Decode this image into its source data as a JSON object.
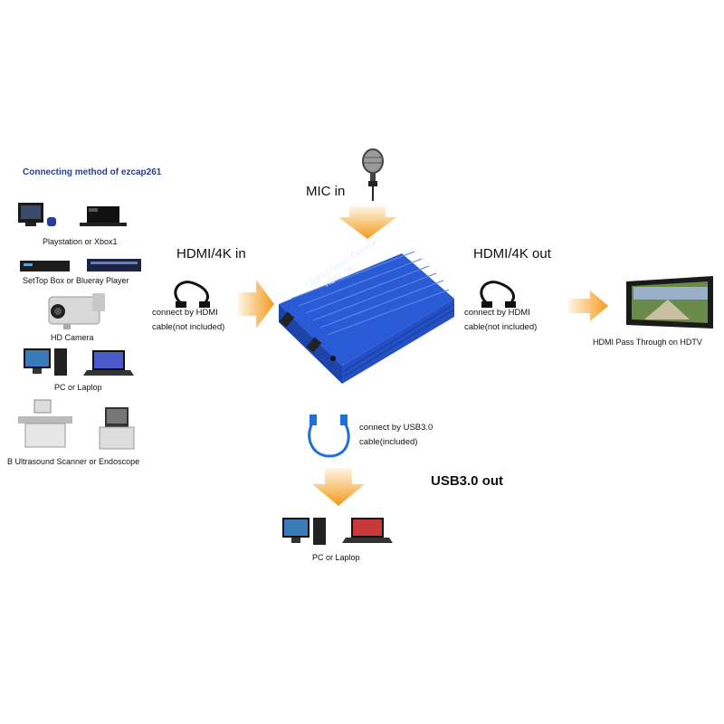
{
  "heading": "Connecting method of ezcap261",
  "sources": [
    {
      "label": "Playstation or Xbox1",
      "icon": "game-console-icon"
    },
    {
      "label": "SetTop Box or Blueray Player",
      "icon": "set-top-box-icon"
    },
    {
      "label": "HD Camera",
      "icon": "camera-icon"
    },
    {
      "label": "PC or Laplop",
      "icon": "computer-icon"
    },
    {
      "label": "B Ultrasound Scanner or Endoscope",
      "icon": "ultrasound-scanner-icon"
    }
  ],
  "device": {
    "label_line1": "USB3.0 Video Capture",
    "label_line2": "HDMI 4K",
    "color": "#2a5bd7"
  },
  "mic": {
    "label": "MIC in",
    "icon": "microphone-icon"
  },
  "hdmi_in": {
    "label": "HDMI/4K in",
    "cable_line1": "connect by HDMI",
    "cable_line2": "cable(not included)"
  },
  "hdmi_out": {
    "label": "HDMI/4K out",
    "cable_line1": "connect by HDMI",
    "cable_line2": "cable(not included)"
  },
  "display": {
    "label": "HDMI Pass Through on HDTV",
    "icon": "tv-icon"
  },
  "usb": {
    "cable_line1": "connect by USB3.0",
    "cable_line2": "cable(included)",
    "label": "USB3.0 out"
  },
  "target": {
    "label": "PC or Laplop",
    "icon": "computer-icon"
  },
  "colors": {
    "arrow": "#f39a1c",
    "heading": "#2a3f8c",
    "device": "#2a5bd7"
  }
}
